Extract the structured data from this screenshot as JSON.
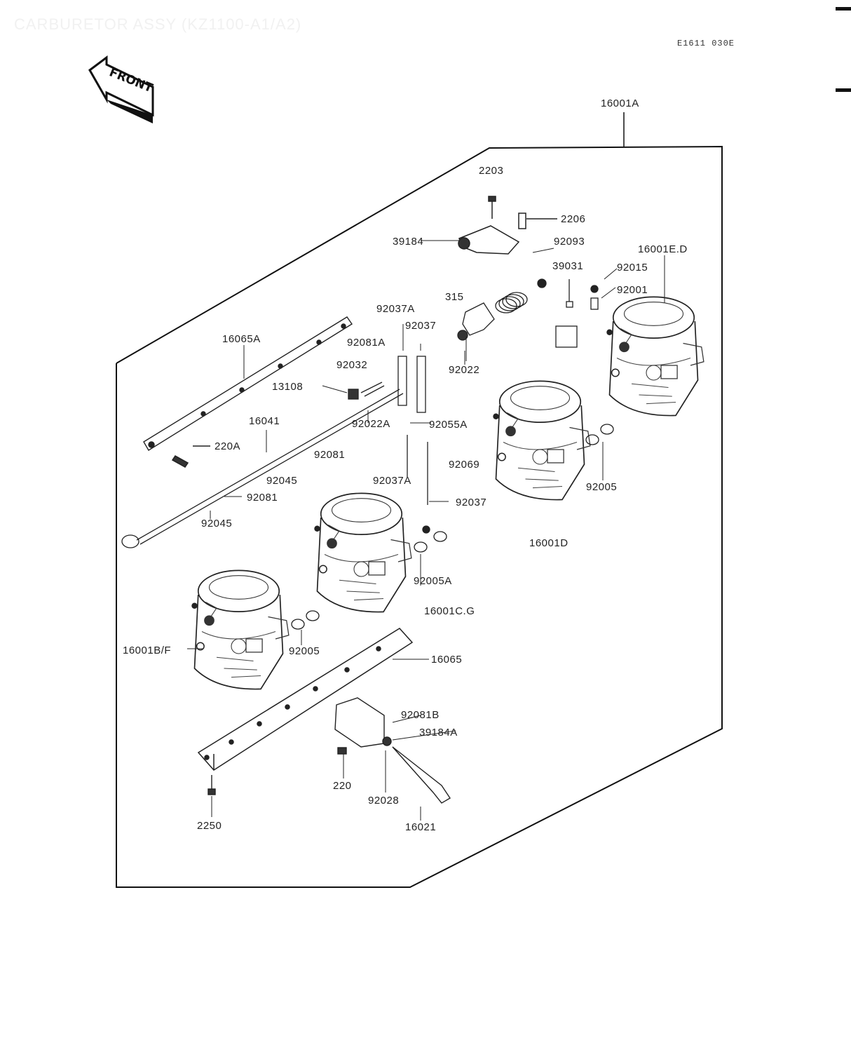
{
  "header": {
    "title": "CARBURETOR ASSY (KZ1100-A1/A2)",
    "ref_code": "E1611 030E"
  },
  "front_arrow": {
    "text": "FRONT"
  },
  "part_labels": {
    "p16001A": "16001A",
    "p2203": "2203",
    "p2206": "2206",
    "p39184": "39184",
    "p92093": "92093",
    "p16001E": "16001E.D",
    "p39031": "39031",
    "p92015": "92015",
    "p92001": "92001",
    "p315": "315",
    "p92037A_1": "92037A",
    "p92037_1": "92037",
    "p92081A": "92081A",
    "p16065A": "16065A",
    "p92032": "92032",
    "p92022": "92022",
    "p13108": "13108",
    "p16041": "16041",
    "p92022A": "92022A",
    "p92055A": "92055A",
    "p220A": "220A",
    "p92081_1": "92081",
    "p92069": "92069",
    "p92045_1": "92045",
    "p92037A_2": "92037A",
    "p92005_1": "92005",
    "p92081_2": "92081",
    "p92037_2": "92037",
    "p92045_2": "92045",
    "p16001D": "16001D",
    "p92005A": "92005A",
    "p16001C": "16001C.G",
    "p16001B": "16001B/F",
    "p92005_2": "92005",
    "p16065": "16065",
    "p92081B": "92081B",
    "p39184A": "39184A",
    "p220": "220",
    "p92028": "92028",
    "p2250": "2250",
    "p16021": "16021"
  }
}
